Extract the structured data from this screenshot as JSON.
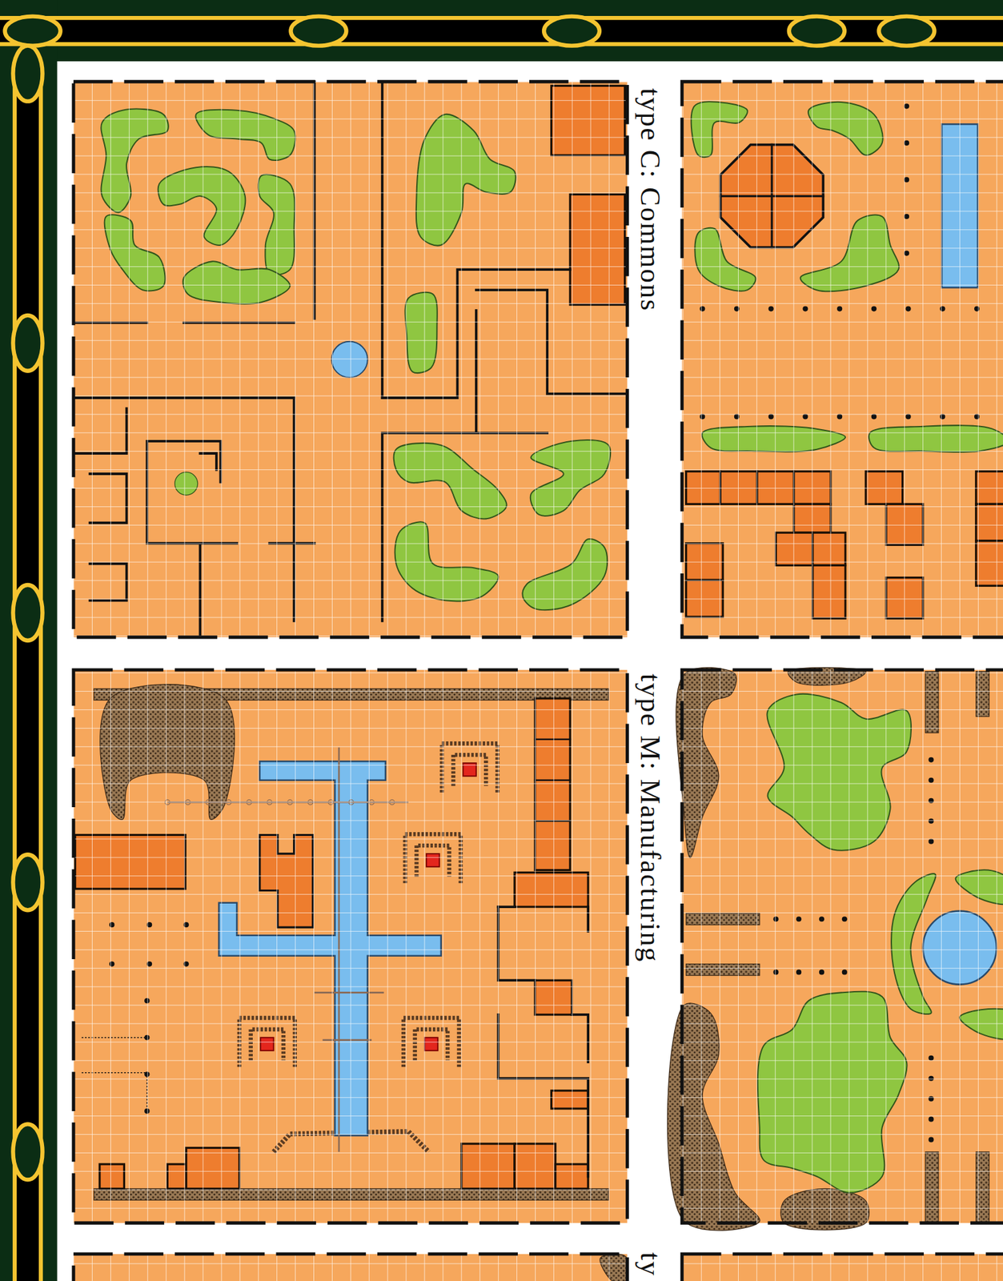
{
  "diagram": {
    "labels": [
      "type C: Commons",
      "type M: Manufacturing",
      "ty"
    ]
  }
}
